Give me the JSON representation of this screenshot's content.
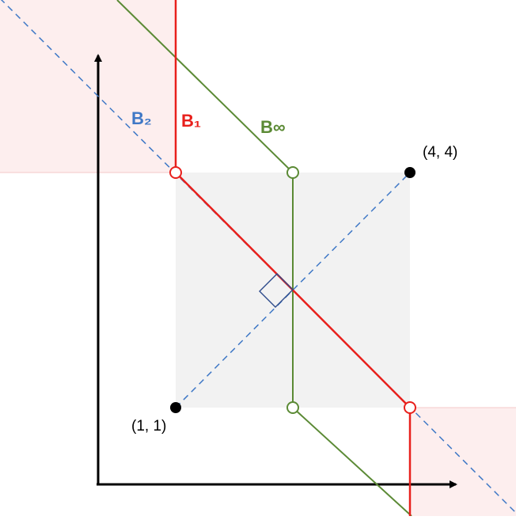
{
  "figure": {
    "labels": {
      "b2": "B₂",
      "b1": "B₁",
      "binf": "B∞",
      "point_a": "(1, 1)",
      "point_b": "(4, 4)"
    },
    "points": {
      "a": [
        1,
        1
      ],
      "b": [
        4,
        4
      ]
    },
    "colors": {
      "b1": "#e8201c",
      "b2": "#3f78c6",
      "binf": "#5b8a35",
      "square_fill": "#f2f2f2",
      "region_fill": "#fdeeee",
      "axis": "#000000",
      "point": "#000000"
    }
  }
}
